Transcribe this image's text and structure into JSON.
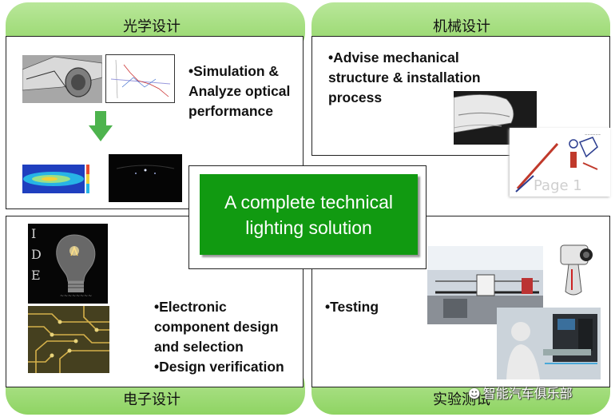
{
  "quadrants": {
    "top_left": {
      "title": "光学设计",
      "lines": [
        "•Simulation &",
        "Analyze optical",
        "performance"
      ]
    },
    "top_right": {
      "title": "机械设计",
      "lines": [
        "•Advise mechanical",
        "structure & installation",
        "process"
      ]
    },
    "bottom_left": {
      "title": "电子设计",
      "lines": [
        "•Electronic",
        "component  design",
        "and selection",
        "•Design verification"
      ]
    },
    "bottom_right": {
      "title": "实验测试",
      "lines": [
        "•Testing"
      ]
    }
  },
  "center": {
    "lines": [
      "A complete technical",
      "lighting solution"
    ]
  },
  "images": {
    "drawing_label": "Page 1"
  },
  "watermark": "智能汽车俱乐部",
  "colors": {
    "pill": "#a8df80",
    "center": "#119a11",
    "arrow": "#4db34d"
  }
}
